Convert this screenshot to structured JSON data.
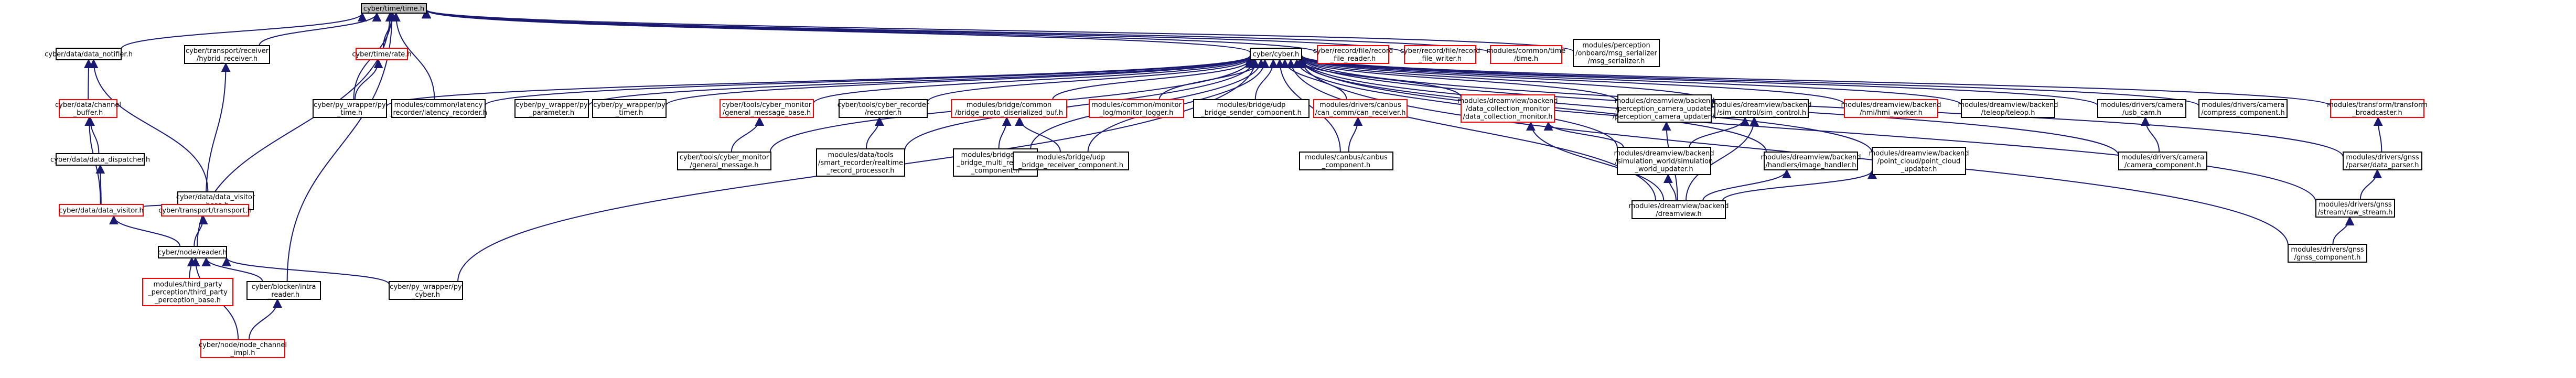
{
  "graph": {
    "nodes": [
      {
        "id": "root",
        "lines": [
          "cyber/time/time.h"
        ],
        "style": "root"
      },
      {
        "id": "data_notifier",
        "lines": [
          "cyber/data/data_notifier.h"
        ],
        "style": "normal"
      },
      {
        "id": "hybrid_receiver",
        "lines": [
          "cyber/transport/receiver",
          "/hybrid_receiver.h"
        ],
        "style": "normal"
      },
      {
        "id": "rate",
        "lines": [
          "cyber/time/rate.h"
        ],
        "style": "red"
      },
      {
        "id": "cyber_h",
        "lines": [
          "cyber/cyber.h"
        ],
        "style": "normal"
      },
      {
        "id": "file_reader",
        "lines": [
          "cyber/record/file/record",
          "_file_reader.h"
        ],
        "style": "red"
      },
      {
        "id": "file_writer",
        "lines": [
          "cyber/record/file/record",
          "_file_writer.h"
        ],
        "style": "red"
      },
      {
        "id": "common_time",
        "lines": [
          "modules/common/time",
          "/time.h"
        ],
        "style": "red"
      },
      {
        "id": "msg_serializer",
        "lines": [
          "modules/perception",
          "/onboard/msg_serializer",
          "/msg_serializer.h"
        ],
        "style": "normal"
      },
      {
        "id": "channel_buffer",
        "lines": [
          "cyber/data/channel",
          "_buffer.h"
        ],
        "style": "red"
      },
      {
        "id": "data_visitor_base",
        "lines": [
          "cyber/data/data_visitor",
          "_base.h"
        ],
        "style": "normal"
      },
      {
        "id": "data_dispatcher",
        "lines": [
          "cyber/data/data_dispatcher.h"
        ],
        "style": "normal"
      },
      {
        "id": "data_visitor",
        "lines": [
          "cyber/data/data_visitor.h"
        ],
        "style": "red"
      },
      {
        "id": "transport_h",
        "lines": [
          "cyber/transport/transport.h"
        ],
        "style": "red"
      },
      {
        "id": "py_time",
        "lines": [
          "cyber/py_wrapper/py",
          "_time.h"
        ],
        "style": "normal"
      },
      {
        "id": "latency_recorder",
        "lines": [
          "modules/common/latency",
          "_recorder/latency_recorder.h"
        ],
        "style": "normal"
      },
      {
        "id": "py_parameter",
        "lines": [
          "cyber/py_wrapper/py",
          "_parameter.h"
        ],
        "style": "normal"
      },
      {
        "id": "py_timer",
        "lines": [
          "cyber/py_wrapper/py",
          "_timer.h"
        ],
        "style": "normal"
      },
      {
        "id": "general_message_base",
        "lines": [
          "cyber/tools/cyber_monitor",
          "/general_message_base.h"
        ],
        "style": "red"
      },
      {
        "id": "cyber_recorder",
        "lines": [
          "cyber/tools/cyber_recorder",
          "/recorder.h"
        ],
        "style": "normal"
      },
      {
        "id": "proto_dissect",
        "lines": [
          "modules/bridge/common",
          "/bridge_proto_diserialized_buf.h"
        ],
        "style": "red"
      },
      {
        "id": "monitor_logger",
        "lines": [
          "modules/common/monitor",
          "_log/monitor_logger.h"
        ],
        "style": "red"
      },
      {
        "id": "udp_sender",
        "lines": [
          "modules/bridge/udp",
          "_bridge_sender_component.h"
        ],
        "style": "normal"
      },
      {
        "id": "canbus_receiver",
        "lines": [
          "modules/drivers/canbus",
          "/can_comm/can_receiver.h"
        ],
        "style": "red"
      },
      {
        "id": "data_collection_monitor",
        "lines": [
          "modules/dreamview/backend",
          "/data_collection_monitor",
          "/data_collection_monitor.h"
        ],
        "style": "red"
      },
      {
        "id": "perception_camera_updater",
        "lines": [
          "modules/dreamview/backend",
          "/perception_camera_updater",
          "/perception_camera_updater.h"
        ],
        "style": "normal"
      },
      {
        "id": "sim_control",
        "lines": [
          "modules/dreamview/backend",
          "/sim_control/sim_control.h"
        ],
        "style": "normal"
      },
      {
        "id": "hmi_worker",
        "lines": [
          "modules/dreamview/backend",
          "/hmi/hmi_worker.h"
        ],
        "style": "red"
      },
      {
        "id": "teleop",
        "lines": [
          "modules/dreamview/backend",
          "/teleop/teleop.h"
        ],
        "style": "normal"
      },
      {
        "id": "usb_cam",
        "lines": [
          "modules/drivers/camera",
          "/usb_cam.h"
        ],
        "style": "normal"
      },
      {
        "id": "compress_component",
        "lines": [
          "modules/drivers/camera",
          "/compress_component.h"
        ],
        "style": "normal"
      },
      {
        "id": "transform_broadcaster",
        "lines": [
          "modules/transform/transform",
          "_broadcaster.h"
        ],
        "style": "red"
      },
      {
        "id": "general_message",
        "lines": [
          "cyber/tools/cyber_monitor",
          "/general_message.h"
        ],
        "style": "normal"
      },
      {
        "id": "realtime_record",
        "lines": [
          "modules/data/tools",
          "/smart_recorder/realtime",
          "_record_processor.h"
        ],
        "style": "normal"
      },
      {
        "id": "udp_multi_receiver",
        "lines": [
          "modules/bridge/udp",
          "_bridge_multi_receiver",
          "_component.h"
        ],
        "style": "normal"
      },
      {
        "id": "udp_receiver",
        "lines": [
          "modules/bridge/udp",
          "_bridge_receiver_component.h"
        ],
        "style": "normal"
      },
      {
        "id": "canbus_component",
        "lines": [
          "modules/canbus/canbus",
          "_component.h"
        ],
        "style": "normal"
      },
      {
        "id": "world_updater",
        "lines": [
          "modules/dreamview/backend",
          "/simulation_world/simulation",
          "_world_updater.h"
        ],
        "style": "normal"
      },
      {
        "id": "image_handler",
        "lines": [
          "modules/dreamview/backend",
          "/handlers/image_handler.h"
        ],
        "style": "normal"
      },
      {
        "id": "point_cloud_updater",
        "lines": [
          "modules/dreamview/backend",
          "/point_cloud/point_cloud",
          "_updater.h"
        ],
        "style": "normal"
      },
      {
        "id": "camera_component",
        "lines": [
          "modules/drivers/camera",
          "/camera_component.h"
        ],
        "style": "normal"
      },
      {
        "id": "data_parser",
        "lines": [
          "modules/drivers/gnss",
          "/parser/data_parser.h"
        ],
        "style": "normal"
      },
      {
        "id": "dreamview",
        "lines": [
          "modules/dreamview/backend",
          "/dreamview.h"
        ],
        "style": "normal"
      },
      {
        "id": "raw_stream",
        "lines": [
          "modules/drivers/gnss",
          "/stream/raw_stream.h"
        ],
        "style": "normal"
      },
      {
        "id": "gnss_component",
        "lines": [
          "modules/drivers/gnss",
          "/gnss_component.h"
        ],
        "style": "normal"
      },
      {
        "id": "reader",
        "lines": [
          "cyber/node/reader.h"
        ],
        "style": "normal"
      },
      {
        "id": "third_party",
        "lines": [
          "modules/third_party",
          "_perception/third_party",
          "_perception_base.h"
        ],
        "style": "red"
      },
      {
        "id": "intra_reader",
        "lines": [
          "cyber/blocker/intra",
          "_reader.h"
        ],
        "style": "normal"
      },
      {
        "id": "py_cyber",
        "lines": [
          "cyber/py_wrapper/py",
          "_cyber.h"
        ],
        "style": "normal"
      },
      {
        "id": "node_channel_impl",
        "lines": [
          "cyber/node/node_channel",
          "_impl.h"
        ],
        "style": "red"
      }
    ]
  }
}
